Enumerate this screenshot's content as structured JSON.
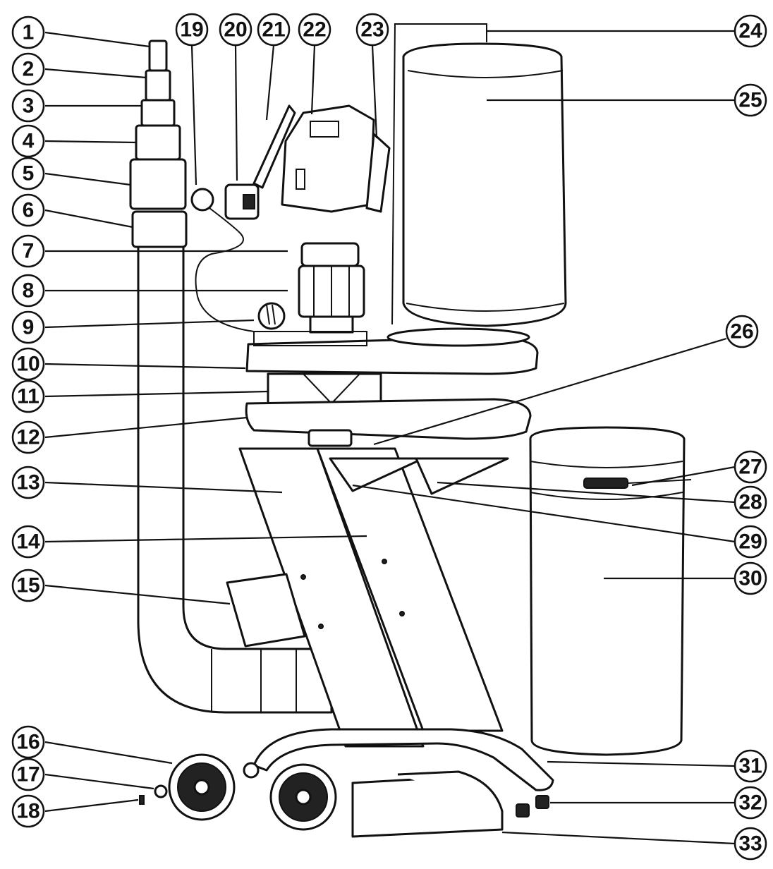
{
  "diagram": {
    "callouts": [
      "1",
      "2",
      "3",
      "4",
      "5",
      "6",
      "7",
      "8",
      "9",
      "10",
      "11",
      "12",
      "13",
      "14",
      "15",
      "16",
      "17",
      "18",
      "19",
      "20",
      "21",
      "22",
      "23",
      "24",
      "25",
      "26",
      "27",
      "28",
      "29",
      "30",
      "31",
      "32",
      "33"
    ],
    "colors": {
      "line": "#111111",
      "background": "#ffffff"
    }
  }
}
